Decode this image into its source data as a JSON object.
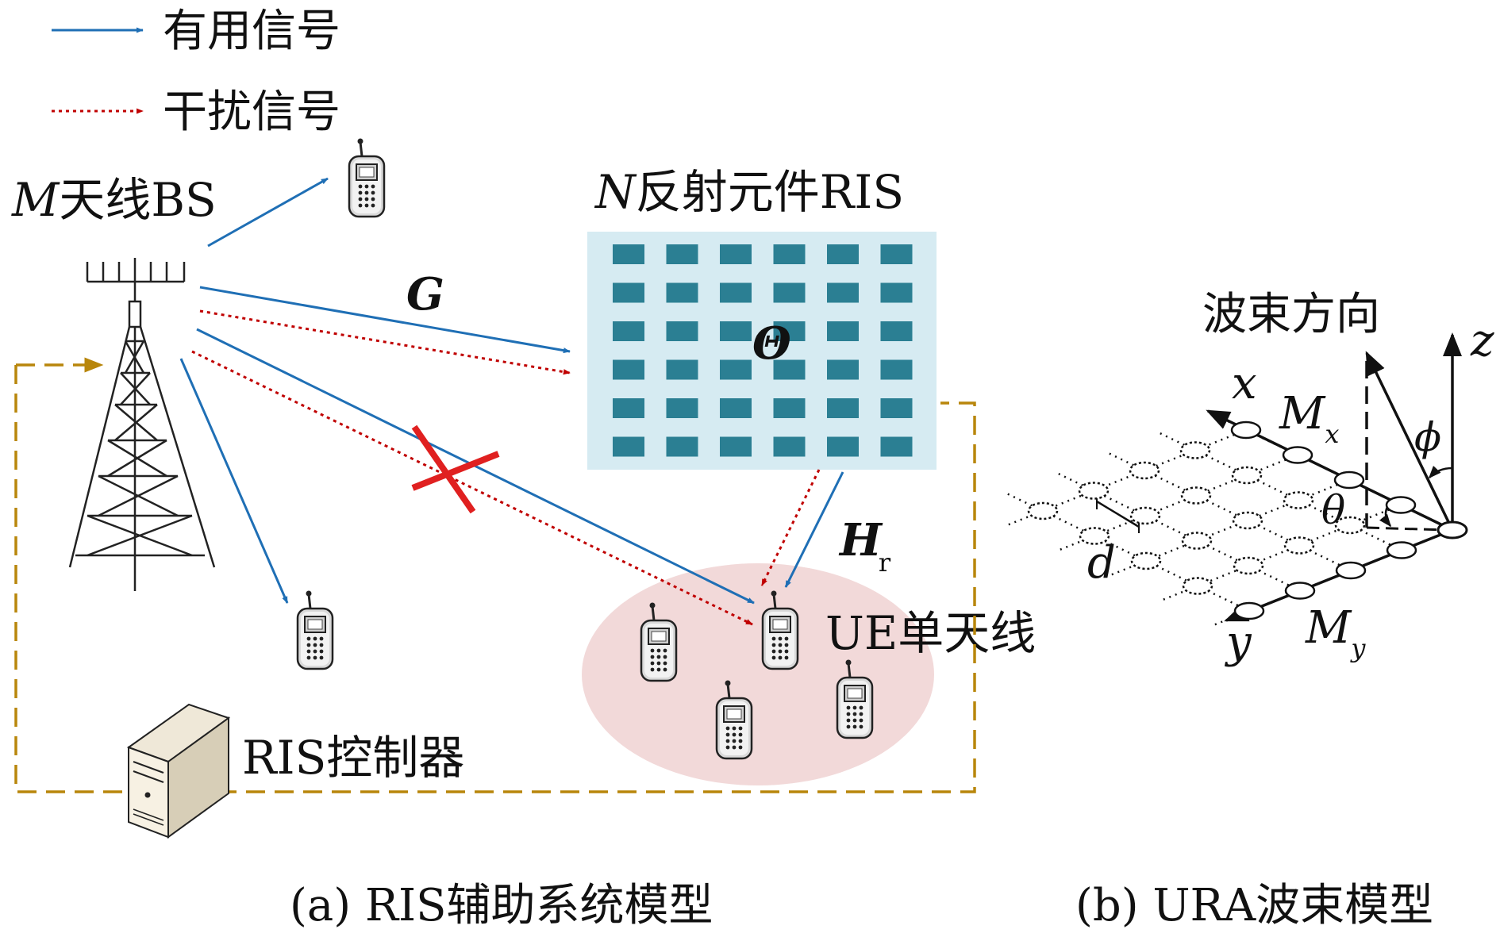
{
  "legend": {
    "useful_label": "有用信号",
    "interference_label": "干扰信号"
  },
  "labels": {
    "bs_m": "M",
    "bs_rest": "天线BS",
    "ris_n": "N",
    "ris_rest": "反射元件RIS",
    "G": "G",
    "Theta": "Θ",
    "Hr_main": "H",
    "Hr_sub": "r",
    "ue": "UE单天线",
    "controller": "RIS控制器",
    "caption_a": "(a) RIS辅助系统模型",
    "beam_dir": "波束方向",
    "x": "x",
    "y": "y",
    "z": "z",
    "Mx_main": "M",
    "Mx_sub": "x",
    "My_main": "M",
    "My_sub": "y",
    "phi": "ϕ",
    "theta": "θ",
    "d": "d",
    "caption_b": "(b) URA波束模型"
  },
  "colors": {
    "useful": "#1f6fb5",
    "interference": "#c00000",
    "control": "#b8860b",
    "ris_panel": "#d6ebf2",
    "ris_element": "#2b7f93",
    "ue_area": "#f2d9d9",
    "block_cross": "#e02020"
  },
  "ris": {
    "rows": 6,
    "cols": 6
  }
}
